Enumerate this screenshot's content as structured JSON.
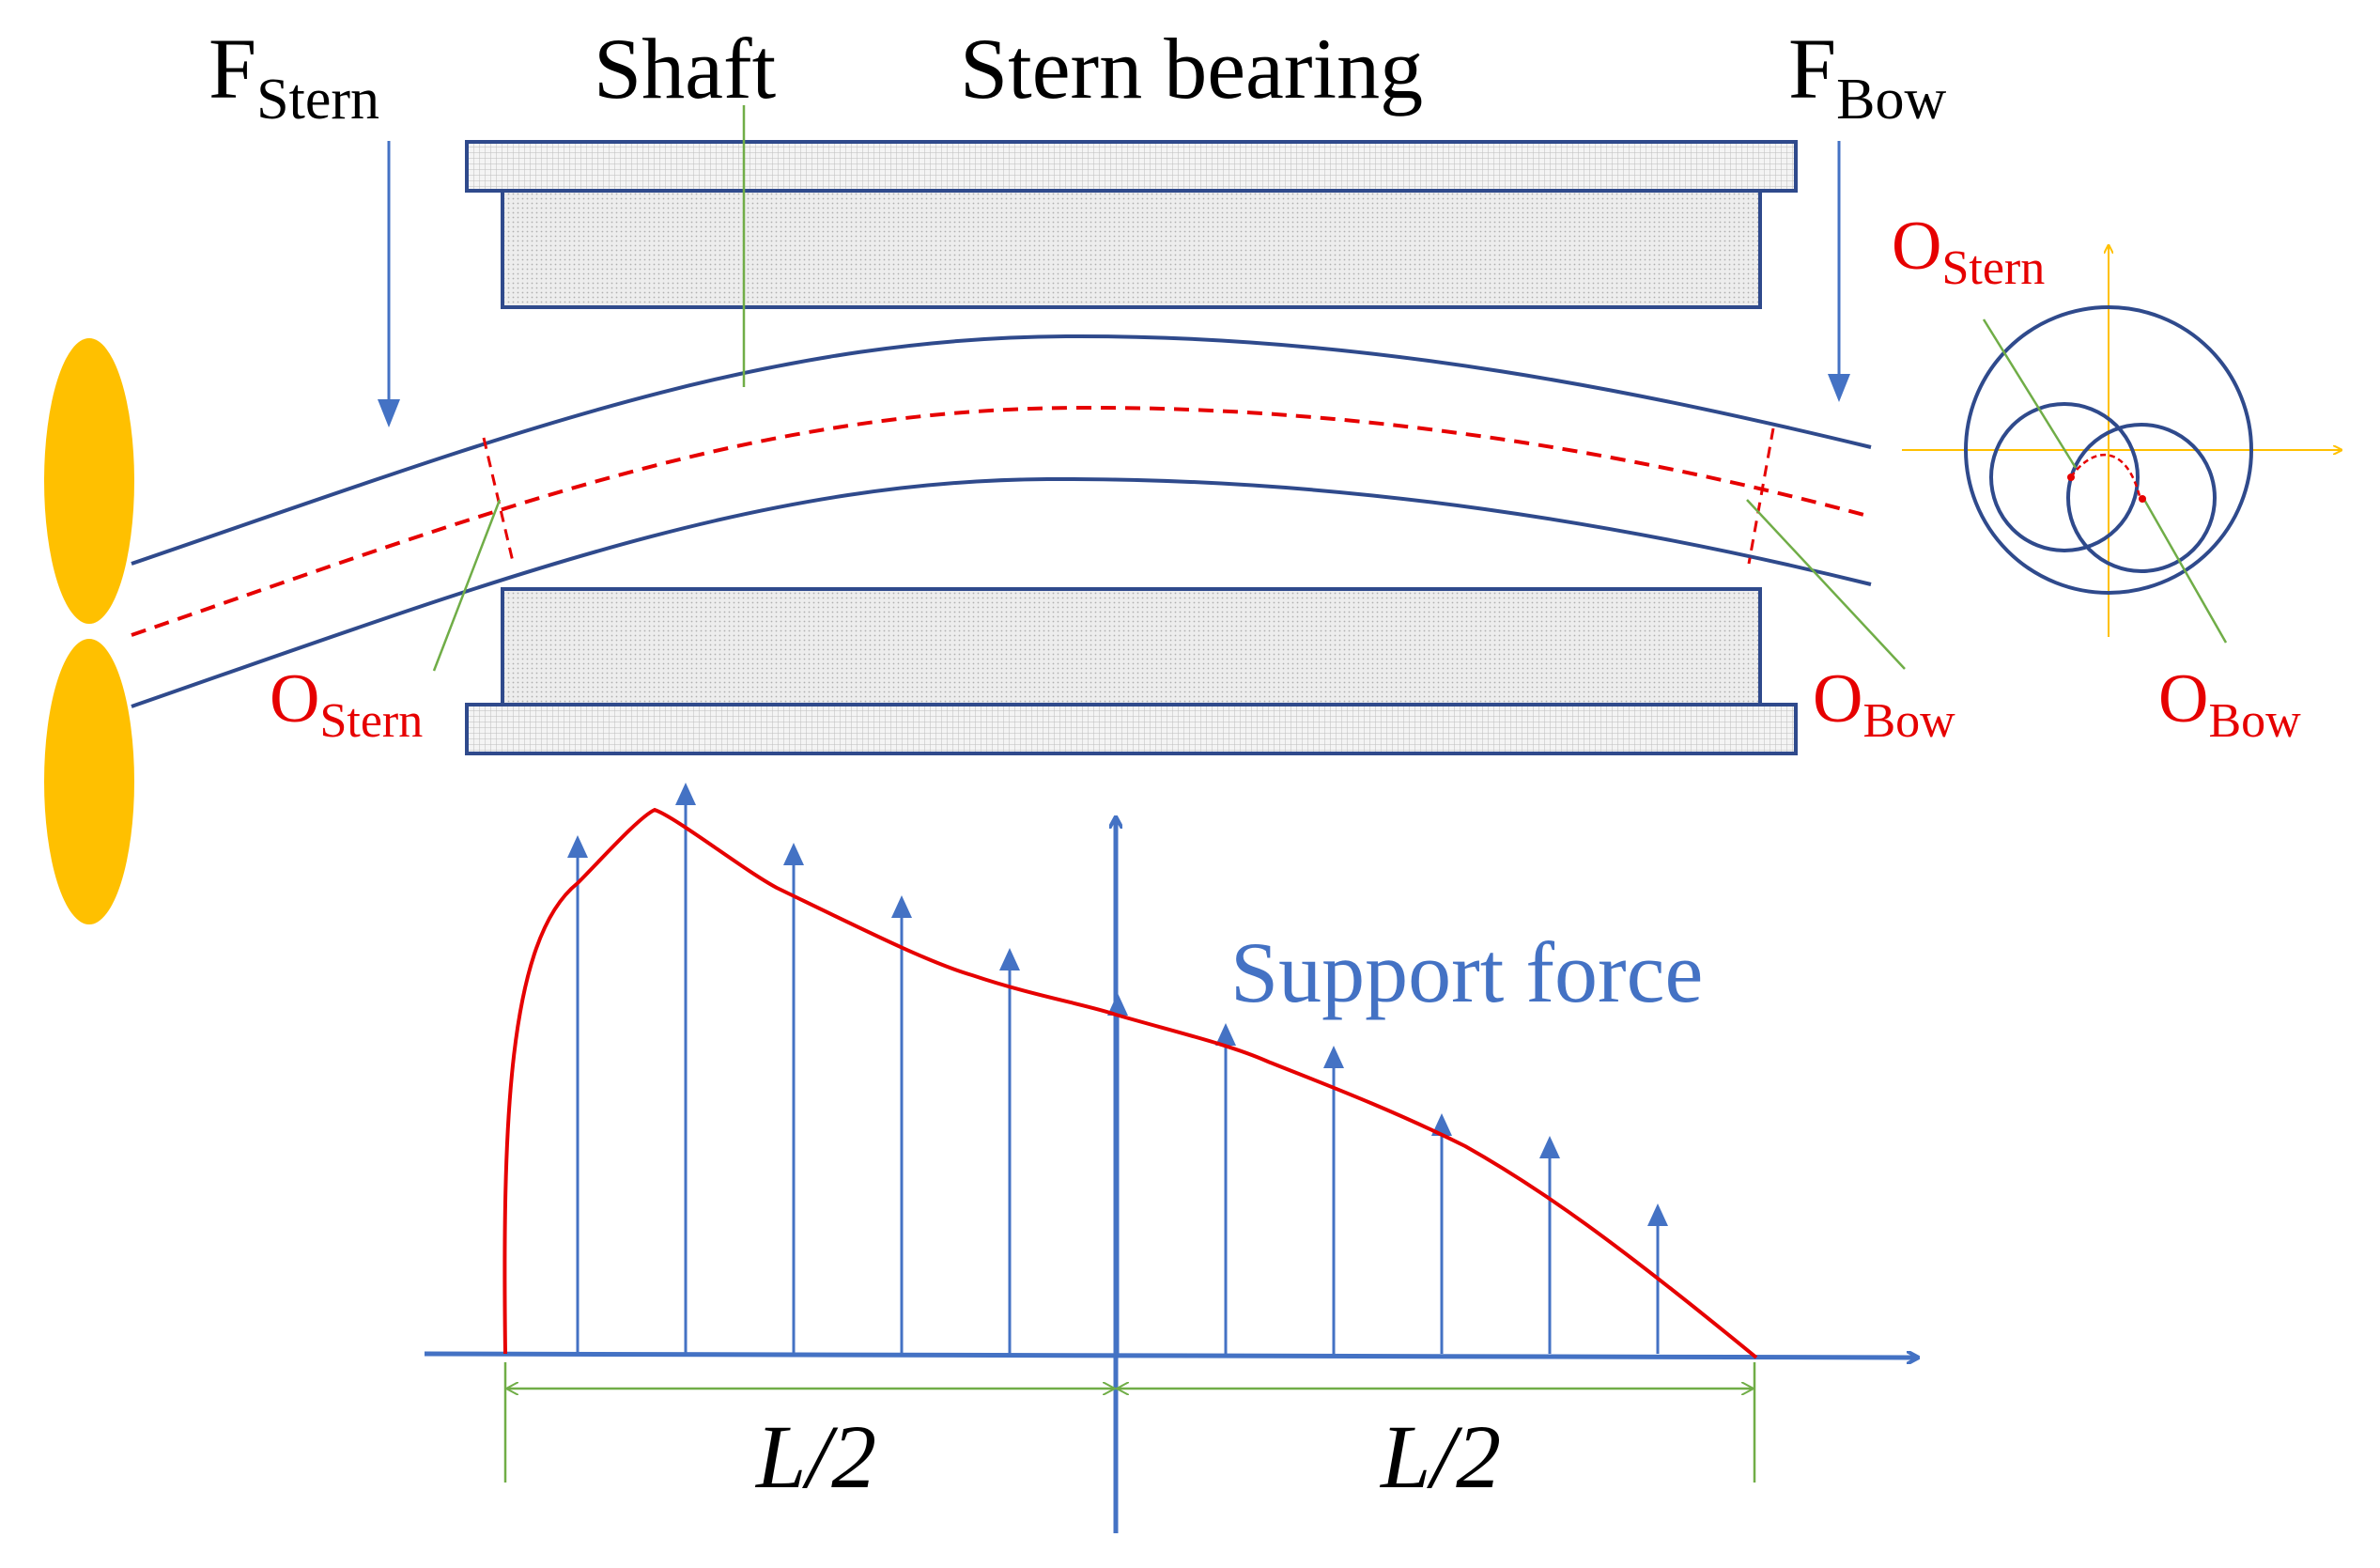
{
  "labels": {
    "f_stern": {
      "main": "F",
      "sub": "Stern"
    },
    "shaft": "Shaft",
    "stern_bearing": "Stern bearing",
    "f_bow": {
      "main": "F",
      "sub": "Bow"
    },
    "o_stern_left": {
      "main": "O",
      "sub": "Stern"
    },
    "o_bow_left": {
      "main": "O",
      "sub": "Bow"
    },
    "o_stern_right": {
      "main": "O",
      "sub": "Stern"
    },
    "o_bow_right": {
      "main": "O",
      "sub": "Bow"
    },
    "support_force": "Support force",
    "half_length_left": "L/2",
    "half_length_right": "L/2"
  },
  "colors": {
    "shaft_outline": "#2f4a8c",
    "centerline": "#e60000",
    "support_curve": "#e60000",
    "arrows": "#4472c4",
    "dimension": "#70ad47",
    "leader": "#70ad47",
    "propeller": "#ffc000",
    "axes_yellow": "#ffc000",
    "bearing_fill": "#e2e2e2"
  },
  "icons": {
    "propeller": "propeller-icon"
  },
  "support_force_distribution": {
    "description_source": "arrow heights sampled along the bearing, stern to bow",
    "relative_levels": [
      0.69,
      0.76,
      0.68,
      0.61,
      0.54,
      0.48,
      0.44,
      0.41,
      0.32,
      0.29,
      0.2
    ]
  }
}
